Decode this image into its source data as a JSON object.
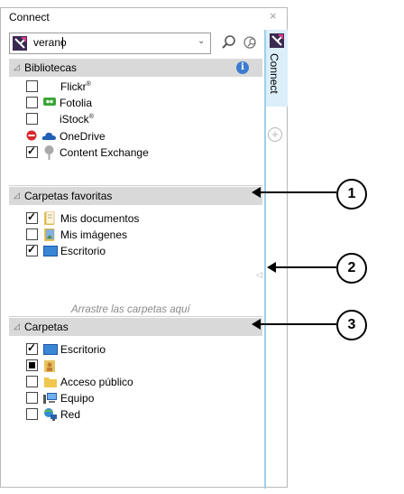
{
  "window": {
    "title": "Connect",
    "close_symbol": "×"
  },
  "search": {
    "value": "verano",
    "dropdown_symbol": "⌄"
  },
  "bibliotecas": {
    "header": "Bibliotecas",
    "items": [
      {
        "label": "Flickr",
        "mark": "®",
        "checked": false
      },
      {
        "label": "Fotolia",
        "checked": false
      },
      {
        "label": "iStock",
        "mark": "®",
        "checked": false
      },
      {
        "label": "OneDrive"
      },
      {
        "label": "Content Exchange",
        "checked": true
      }
    ]
  },
  "favoritas": {
    "header": "Carpetas favoritas",
    "items": [
      {
        "label": "Mis documentos",
        "checked": true
      },
      {
        "label": "Mis imágenes",
        "checked": false
      },
      {
        "label": "Escritorio",
        "checked": true
      }
    ],
    "hint": "Arrastre las carpetas aquí"
  },
  "carpetas": {
    "header": "Carpetas",
    "items": [
      {
        "label": "Escritorio",
        "state": "checked"
      },
      {
        "label": "",
        "state": "indeterminate"
      },
      {
        "label": "Acceso público",
        "state": "unchecked"
      },
      {
        "label": "Equipo",
        "state": "unchecked"
      },
      {
        "label": "Red",
        "state": "unchecked"
      }
    ]
  },
  "side_tab": {
    "label": "Connect"
  },
  "callouts": [
    "1",
    "2",
    "3"
  ],
  "colors": {
    "header_bg": "#d9d9d9",
    "side_tab_bg": "#dbeefa",
    "splitter": "#9dd0ea",
    "info": "#3d7bd0"
  }
}
